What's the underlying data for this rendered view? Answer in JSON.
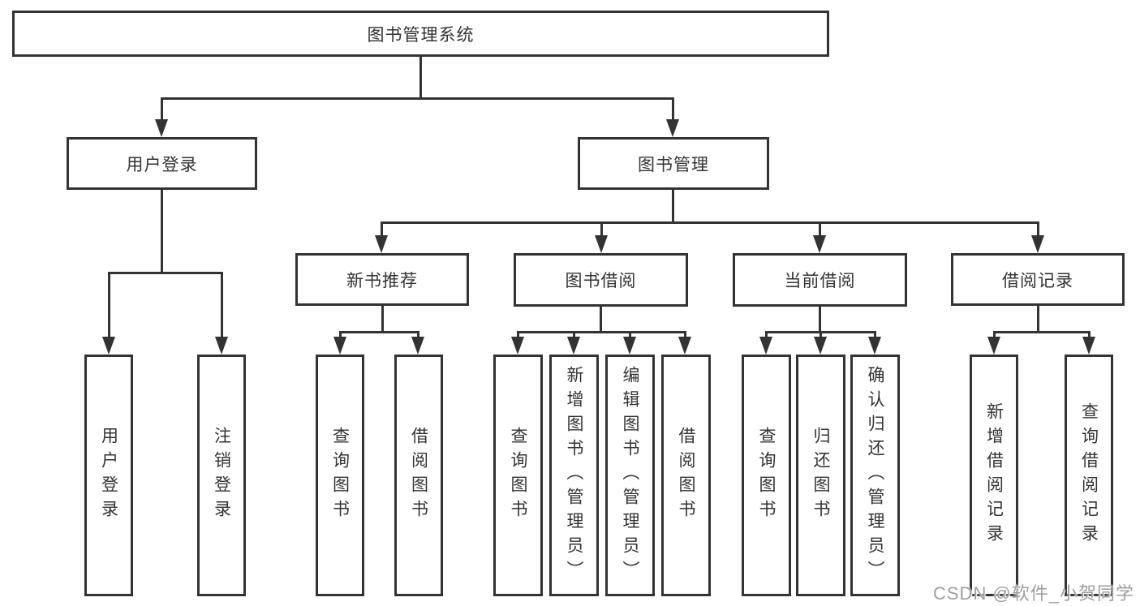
{
  "title": {
    "label": "图书管理系统"
  },
  "branches": {
    "user_login": {
      "label": "用户登录"
    },
    "book_mgmt": {
      "label": "图书管理"
    }
  },
  "modules": {
    "new_books": {
      "label": "新书推荐"
    },
    "borrow": {
      "label": "图书借阅"
    },
    "current": {
      "label": "当前借阅"
    },
    "records": {
      "label": "借阅记录"
    }
  },
  "features": {
    "user_login_login": "用户登录",
    "user_login_logout": "注销登录",
    "new_books_query": "查询图书",
    "new_books_borrow": "借阅图书",
    "borrow_query": "查询图书",
    "borrow_add": "新增图书（管理员）",
    "borrow_edit": "编辑图书（管理员）",
    "borrow_borrow": "借阅图书",
    "current_query": "查询图书",
    "current_return": "归还图书",
    "current_confirm": "确认归还（管理员）",
    "records_add": "新增借阅记录",
    "records_query": "查询借阅记录"
  },
  "watermark": "CSDN @软件_小贺同学",
  "colors": {
    "line": "#333333",
    "text": "#333333",
    "background": "#ffffff",
    "watermark": "#9e9e9e"
  }
}
